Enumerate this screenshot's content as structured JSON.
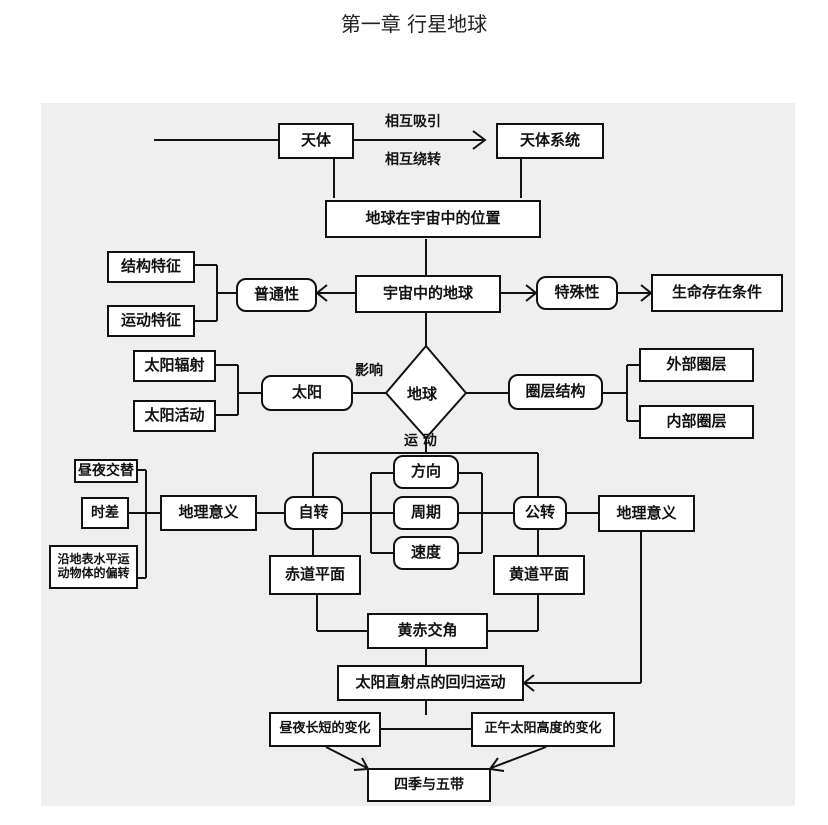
{
  "page_title": "第一章  行星地球",
  "links": {
    "attract": "相互吸引",
    "orbit": "相互绕转",
    "influence": "影响",
    "motion": "运 动"
  },
  "nodes": {
    "celestial_body": "天体",
    "celestial_system": "天体系统",
    "earth_position": "地球在宇宙中的位置",
    "universe_earth": "宇宙中的地球",
    "commonality": "普通性",
    "structure_feature": "结构特征",
    "motion_feature": "运动特征",
    "specialty": "特殊性",
    "life_conditions": "生命存在条件",
    "sun": "太阳",
    "solar_radiation": "太阳辐射",
    "solar_activity": "太阳活动",
    "earth": "地球",
    "sphere_structure": "圈层结构",
    "outer_sphere": "外部圈层",
    "inner_sphere": "内部圈层",
    "direction": "方向",
    "period": "周期",
    "speed": "速度",
    "rotation": "自转",
    "revolution": "公转",
    "geo_meaning_left": "地理意义",
    "geo_meaning_right": "地理意义",
    "day_night": "昼夜交替",
    "time_difference": "时差",
    "deflection": "沿地表水平运动物体的偏转",
    "equator_plane": "赤道平面",
    "ecliptic_plane": "黄道平面",
    "obliquity": "黄赤交角",
    "subsolar_migration": "太阳直射点的回归运动",
    "day_length_change": "昼夜长短的变化",
    "noon_altitude_change": "正午太阳高度的变化",
    "seasons_zones": "四季与五带"
  }
}
